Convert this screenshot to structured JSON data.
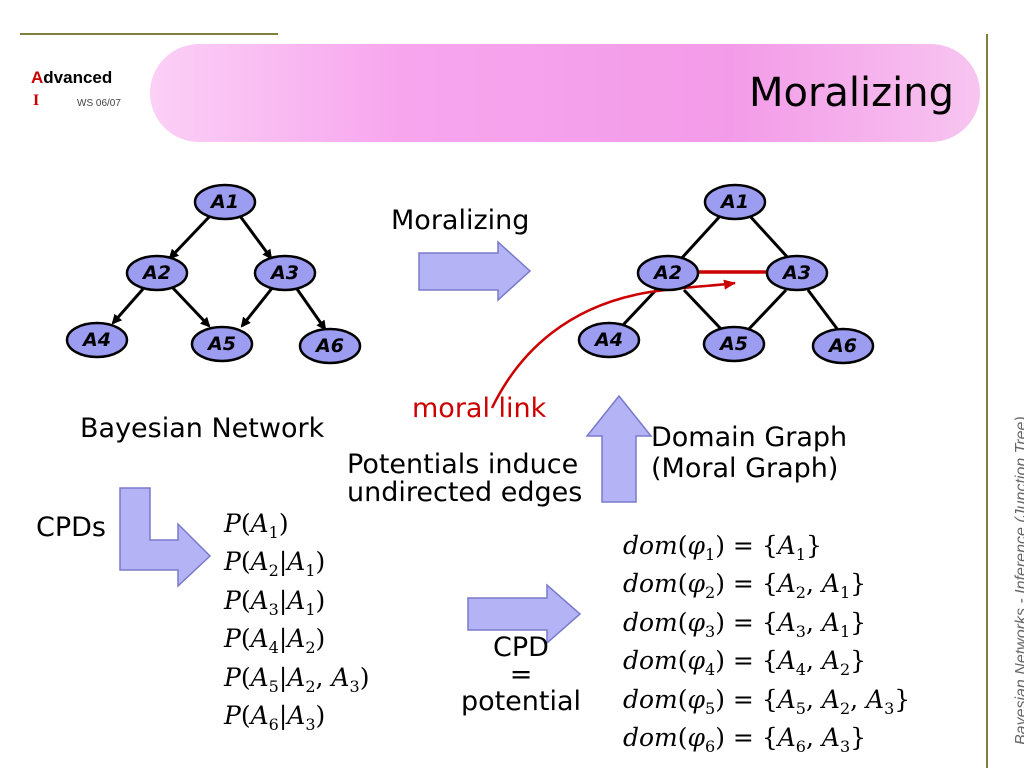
{
  "header": {
    "logo_a": "A",
    "logo_rest": "dvanced",
    "logo_line2": "I",
    "semester": "WS 06/07",
    "title": "Moralizing",
    "sidebar": "Bayesian Networks  - Inference (Junction Tree)"
  },
  "labels": {
    "moralizing_arrow": "Moralizing",
    "bayesian_network": "Bayesian Network",
    "moral_link": "moral link",
    "domain_graph_1": "Domain Graph",
    "domain_graph_2": "(Moral Graph)",
    "potentials_1": "Potentials induce",
    "potentials_2": "undirected edges",
    "cpds": "CPDs",
    "cpd": "CPD",
    "equals": "=",
    "potential": "potential"
  },
  "nodes": [
    "A1",
    "A2",
    "A3",
    "A4",
    "A5",
    "A6"
  ],
  "cpds": [
    {
      "var": "A",
      "sub": "1",
      "given": []
    },
    {
      "var": "A",
      "sub": "2",
      "given": [
        [
          "A",
          "1"
        ]
      ]
    },
    {
      "var": "A",
      "sub": "3",
      "given": [
        [
          "A",
          "1"
        ]
      ]
    },
    {
      "var": "A",
      "sub": "4",
      "given": [
        [
          "A",
          "2"
        ]
      ]
    },
    {
      "var": "A",
      "sub": "5",
      "given": [
        [
          "A",
          "2"
        ],
        [
          "A",
          "3"
        ]
      ]
    },
    {
      "var": "A",
      "sub": "6",
      "given": [
        [
          "A",
          "3"
        ]
      ]
    }
  ],
  "domains": [
    {
      "phi": "1",
      "set": [
        [
          "A",
          "1"
        ]
      ]
    },
    {
      "phi": "2",
      "set": [
        [
          "A",
          "2"
        ],
        [
          "A",
          "1"
        ]
      ]
    },
    {
      "phi": "3",
      "set": [
        [
          "A",
          "3"
        ],
        [
          "A",
          "1"
        ]
      ]
    },
    {
      "phi": "4",
      "set": [
        [
          "A",
          "4"
        ],
        [
          "A",
          "2"
        ]
      ]
    },
    {
      "phi": "5",
      "set": [
        [
          "A",
          "5"
        ],
        [
          "A",
          "2"
        ],
        [
          "A",
          "3"
        ]
      ]
    },
    {
      "phi": "6",
      "set": [
        [
          "A",
          "6"
        ],
        [
          "A",
          "3"
        ]
      ]
    }
  ],
  "colors": {
    "node_fill": "#9c9cf0",
    "arrow_fill": "#b3b3f5",
    "moral_link": "#cc0000"
  }
}
